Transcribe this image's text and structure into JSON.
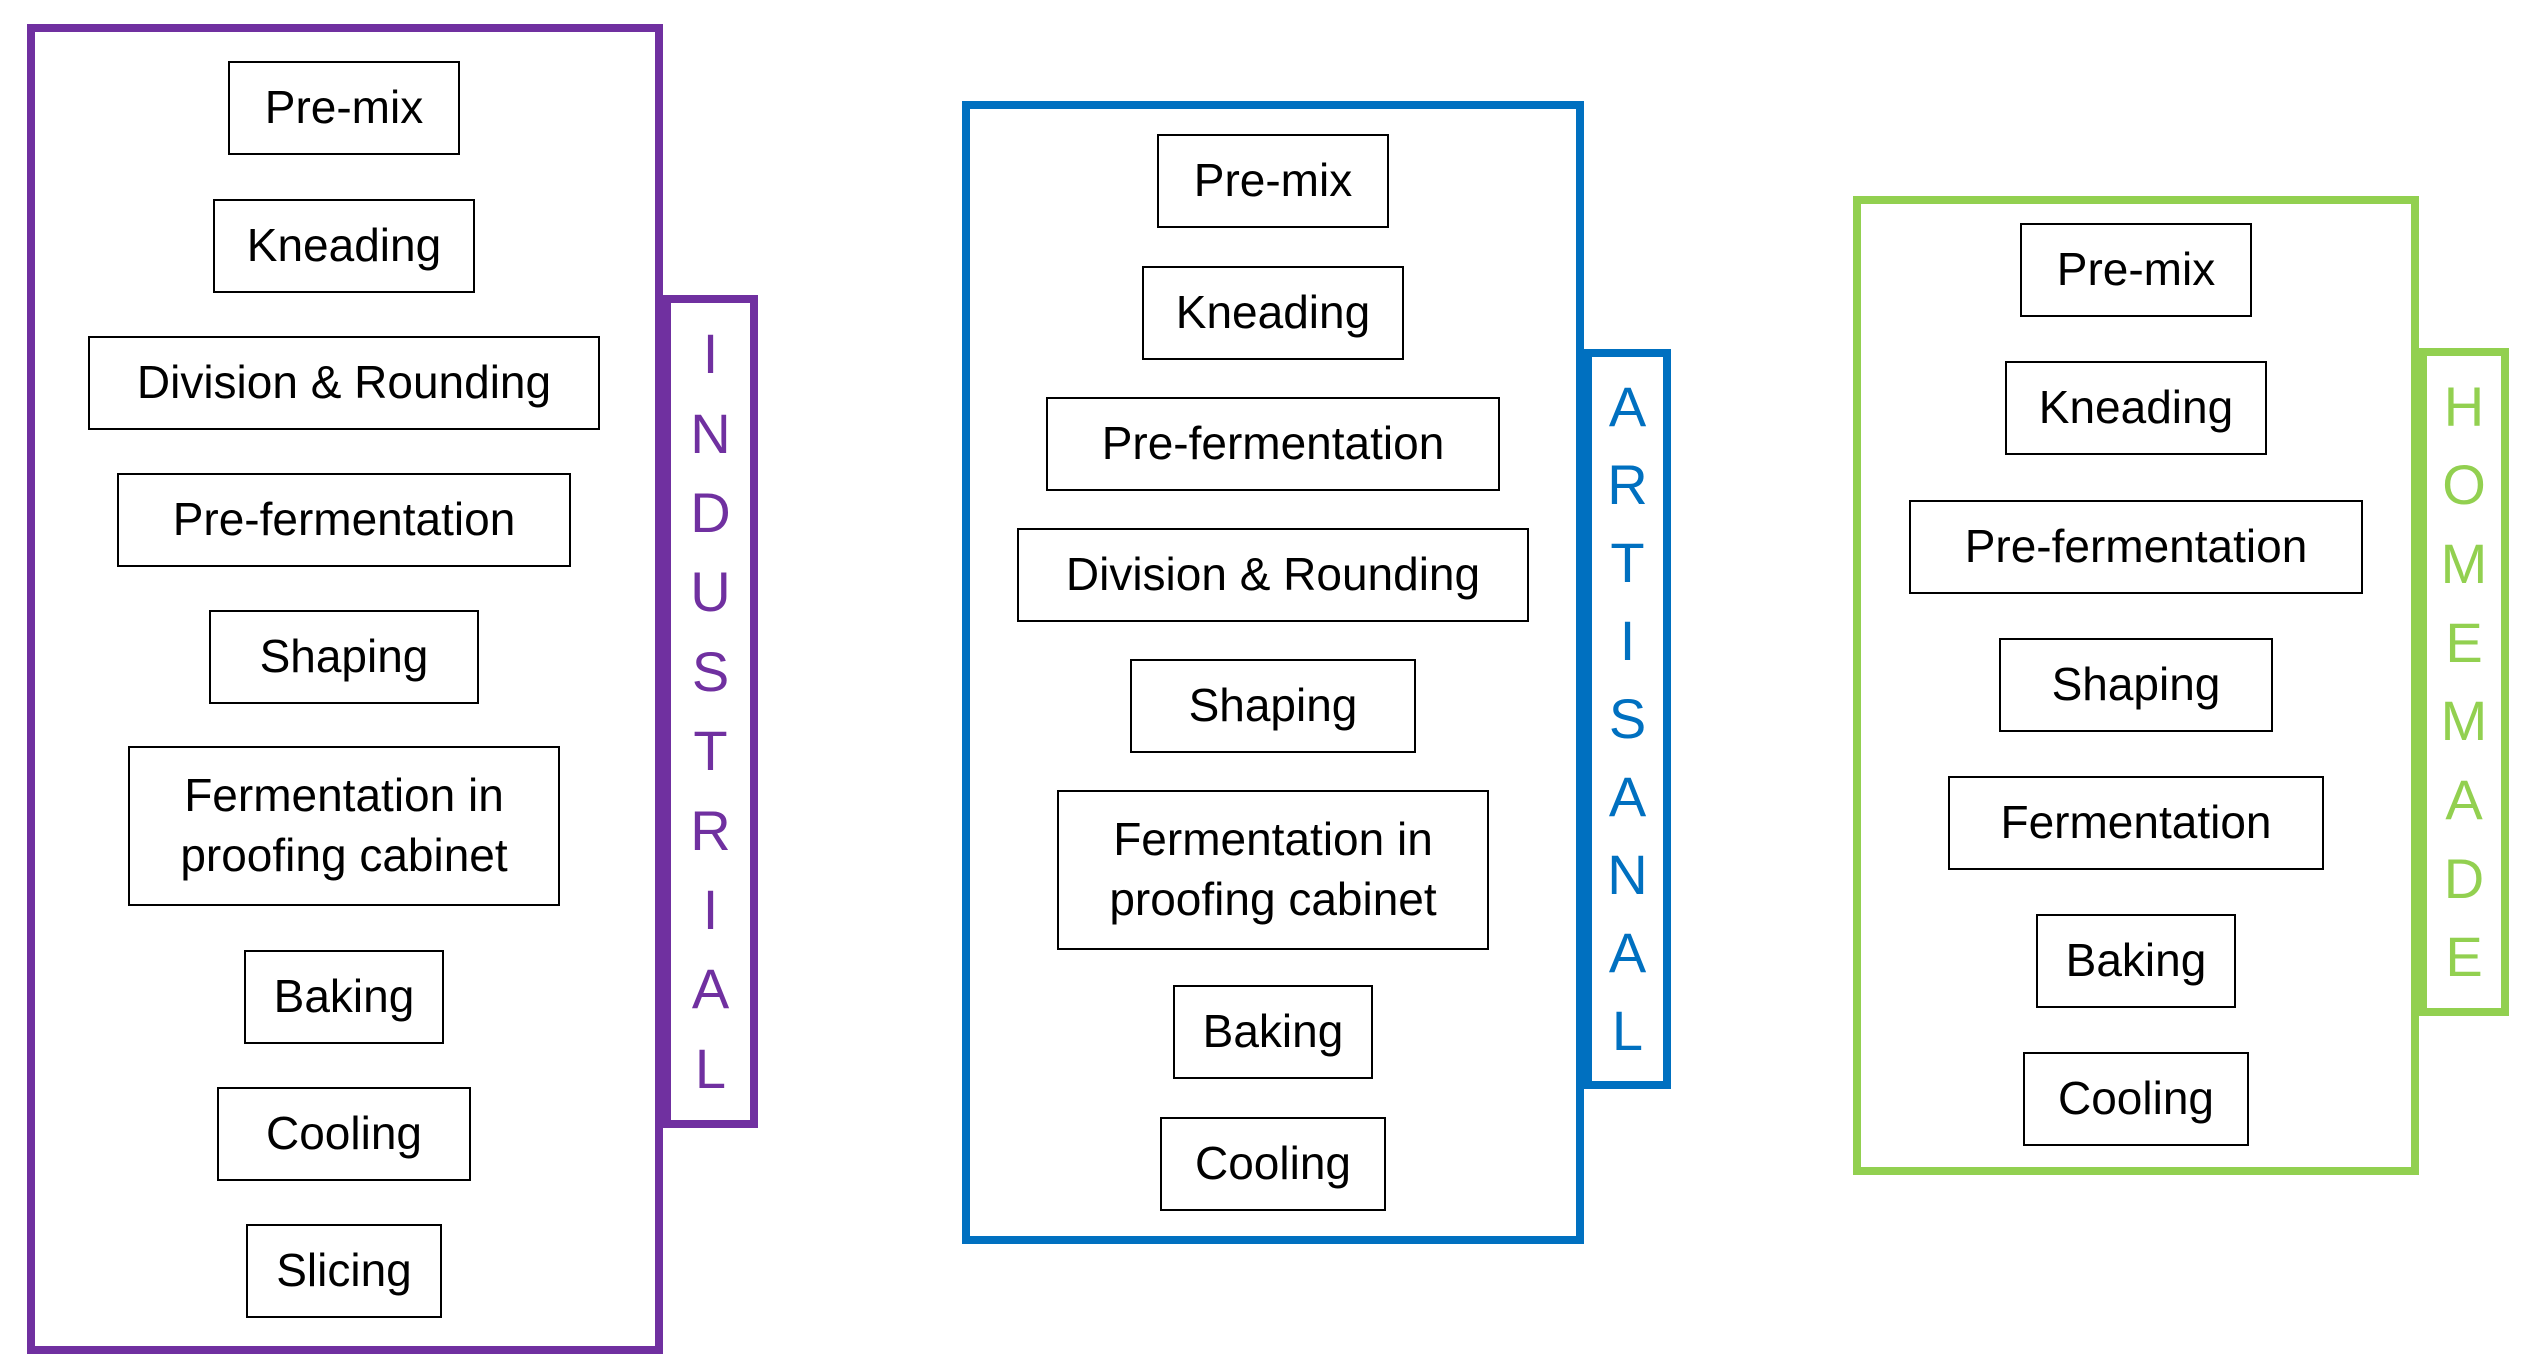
{
  "colors": {
    "industrial": "#7030a0",
    "artisanal": "#0070c0",
    "homemade": "#92d050"
  },
  "industrial": {
    "label": "INDUSTRIAL",
    "steps": [
      "Pre-mix",
      "Kneading",
      "Division & Rounding",
      "Pre-fermentation",
      "Shaping",
      "Fermentation in\nproofing cabinet",
      "Baking",
      "Cooling",
      "Slicing"
    ]
  },
  "artisanal": {
    "label": "ARTISANAL",
    "steps": [
      "Pre-mix",
      "Kneading",
      "Pre-fermentation",
      "Division & Rounding",
      "Shaping",
      "Fermentation in\nproofing cabinet",
      "Baking",
      "Cooling"
    ]
  },
  "homemade": {
    "label": "HOMEMADE",
    "steps": [
      "Pre-mix",
      "Kneading",
      "Pre-fermentation",
      "Shaping",
      "Fermentation",
      "Baking",
      "Cooling"
    ]
  }
}
